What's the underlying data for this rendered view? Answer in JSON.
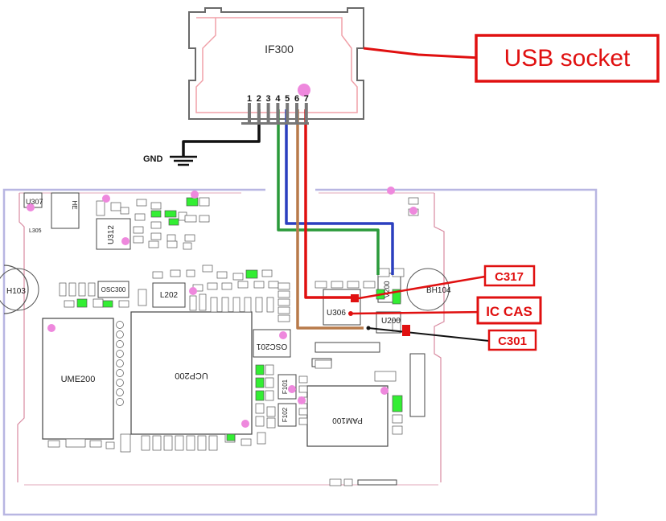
{
  "connector": {
    "name": "IF300",
    "pins": [
      "1",
      "2",
      "3",
      "4",
      "5",
      "6",
      "7"
    ],
    "ground_label": "GND"
  },
  "callouts": {
    "usb": "USB socket",
    "c317": "C317",
    "ic": "IC CAS",
    "c301": "C301"
  },
  "board": {
    "designators": {
      "u307": "U307",
      "l305": "L305",
      "u312": "U312",
      "h103": "H103",
      "bh104": "BH104",
      "l202": "L202",
      "osc300": "OSC300",
      "osc201": "OSC201",
      "ume200": "UME200",
      "ucp200": "UCP200",
      "u306": "U306",
      "u200": "U200",
      "v200": "V200",
      "pam100": "PAM100",
      "f101": "F101",
      "f102": "F102",
      "he": "HE"
    }
  },
  "colors": {
    "callout": "#e01010",
    "board": "#b8b6e2",
    "pad": "#33ee33",
    "dot": "#ee88dd",
    "wire_green": "#2a9a3a",
    "wire_blue": "#2b3fbf",
    "wire_brown": "#b87a4a"
  }
}
